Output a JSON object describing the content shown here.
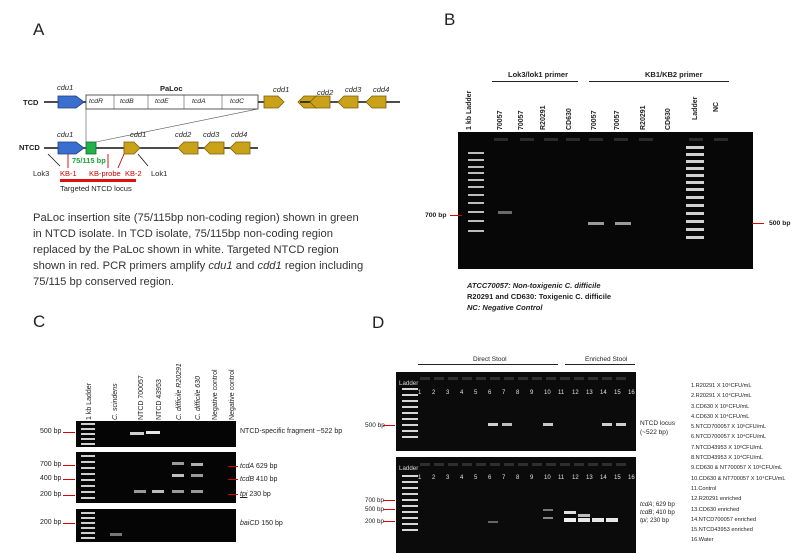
{
  "panels": {
    "a": "A",
    "b": "B",
    "c": "C",
    "d": "D"
  },
  "panel_a": {
    "tcd_label": "TCD",
    "ntcd_label": "NTCD",
    "paloc_label": "PaLoc",
    "tcd_genes": {
      "cdu1": "cdu1",
      "tcdR": "tcdR",
      "tcdB": "tcdB",
      "tcdE": "tcdE",
      "tcdA": "tcdA",
      "tcdC": "tcdC",
      "cdd1": "cdd1",
      "cdd2": "cdd2",
      "cdd3": "cdd3",
      "cdd4": "cdd4"
    },
    "ntcd_genes": {
      "cdu1": "cdu1",
      "cdd1": "cdd1",
      "cdd2": "cdd2",
      "cdd3": "cdd3",
      "cdd4": "cdd4"
    },
    "green_label": "75/115 bp",
    "primers": {
      "lok3": "Lok3",
      "kb1": "KB-1",
      "kbprobe": "KB-probe",
      "kb2": "KB-2",
      "lok1": "Lok1"
    },
    "target_label": "Targeted NTCD locus",
    "caption_parts": [
      "PaLoc insertion site (75/115bp non-coding region) shown in green in NTCD isolate. In TCD isolate, 75/115bp non-coding region replaced by the PaLoc shown in white. Targeted NTCD region shown in red. PCR primers amplify ",
      "cdu1",
      " and ",
      "cdd1",
      " region including 75/115 bp conserved region."
    ]
  },
  "panel_b": {
    "group1": "Lok3/lok1 primer",
    "group2": "KB1/KB2 primer",
    "lanes": [
      "1 kb Ladder",
      "70057",
      "70057",
      "R20291",
      "CD630",
      "70057",
      "70057",
      "R20291",
      "CD630",
      "Ladder",
      "NC"
    ],
    "left_marker": "700 bp",
    "right_marker": "500 bp",
    "legend": [
      "ATCC70057: Non-toxigenic C. difficile",
      "R20291 and CD630: Toxigenic C. difficile",
      "NC: Negative Control"
    ]
  },
  "panel_c": {
    "lanes": [
      "1 kb Ladder",
      "C. scindens",
      "NTCD 700057",
      "NTCD 43953",
      "C. difficile R20291",
      "C. difficile 630",
      "Negative control",
      "Negative control"
    ],
    "gel1_marker": "500 bp",
    "gel1_label": "NTCD-specific fragment ~522 bp",
    "gel2_markers": [
      "700 bp",
      "400 bp",
      "200 bp"
    ],
    "gel2_labels": [
      {
        "gene": "tcdA",
        "size": " 629 bp"
      },
      {
        "gene": "tcdB",
        "size": " 410 bp"
      },
      {
        "gene": "tpi",
        "size": " 230 bp"
      }
    ],
    "gel3_marker": "200 bp",
    "gel3_label": {
      "gene": "baiCD",
      "size": " 150 bp"
    }
  },
  "panel_d": {
    "group1": "Direct Stool",
    "group2": "Enriched Stool",
    "ladder": "Ladder",
    "lane_numbers": [
      "1",
      "2",
      "3",
      "4",
      "5",
      "6",
      "7",
      "8",
      "9",
      "10",
      "11",
      "12",
      "13",
      "14",
      "15",
      "16"
    ],
    "gel1_marker": "500 bp",
    "gel1_label": [
      "NTCD locus",
      "(~522 bp)"
    ],
    "gel2_markers": [
      "700 bp",
      "500 bp",
      "200 bp"
    ],
    "gel2_labels": [
      {
        "gene": "tcdA",
        "size": "; 629 bp"
      },
      {
        "gene": "tcdB",
        "size": "; 410 bp"
      },
      {
        "gene": "tpi",
        "size": "; 230 bp"
      }
    ],
    "legend": [
      "1.R20291 X 10⁶CFU/mL",
      "2.R20291 X 10⁴CFU/mL",
      "3.CD630 X 10⁶CFU/mL",
      "4.CD630 X 10⁴CFU/mL",
      "5.NTCD700057 X 10⁶CFU/mL",
      "6.NTCD700057 X 10⁴CFU/mL",
      "7.NTCD43953 X 10⁶CFU/mL",
      "8.NTCD43953 X 10⁴CFU/mL",
      "9.CD630 & NT700057 X 10⁶CFU/mL",
      "10.CD630 & NT700057 X 10⁴CFU/mL",
      "11.Control",
      "12.R20291 enriched",
      "13.CD630 enriched",
      "14.NTCD700057 enriched",
      "15.NTCD43953 enriched",
      "16.Water"
    ]
  }
}
